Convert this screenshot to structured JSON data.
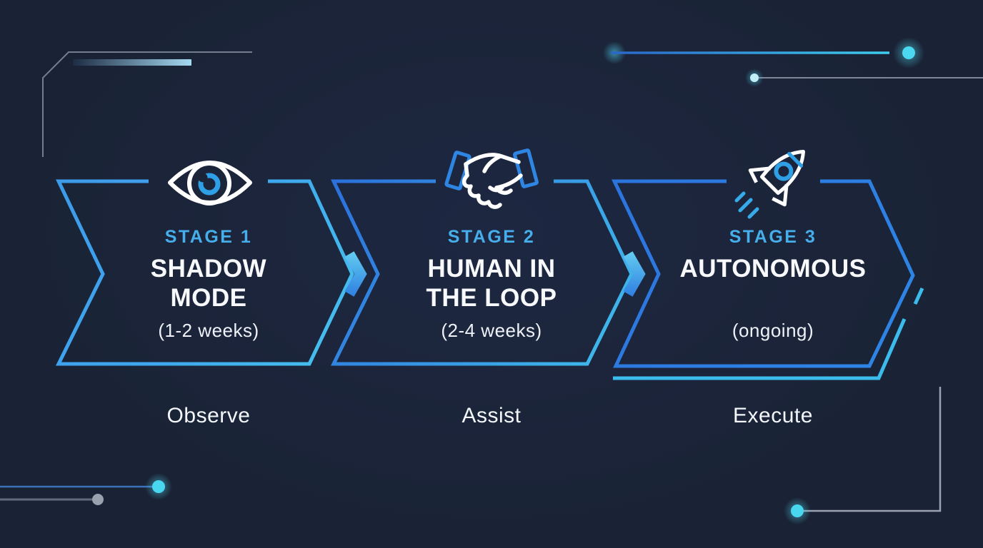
{
  "stages": [
    {
      "label": "STAGE 1",
      "title_lines": [
        "SHADOW",
        "MODE"
      ],
      "duration": "(1-2 weeks)",
      "verb": "Observe",
      "icon": "eye-icon"
    },
    {
      "label": "STAGE 2",
      "title_lines": [
        "HUMAN IN",
        "THE LOOP"
      ],
      "duration": "(2-4 weeks)",
      "verb": "Assist",
      "icon": "handshake-icon"
    },
    {
      "label": "STAGE 3",
      "title_lines": [
        "AUTONOMOUS",
        ""
      ],
      "duration": "(ongoing)",
      "verb": "Execute",
      "icon": "rocket-icon"
    }
  ],
  "colors": {
    "background": "#1b2337",
    "stage_label_blue": "#46aeea",
    "title_white": "#f7f9fc",
    "box1_border": "#3f9eea",
    "box2_border": "#2b74de",
    "box3_border": "#2e7ce2",
    "accent_cyan": "#3cbcec",
    "glow_dot_cyan": "#49d7f0",
    "decor_gray": "#8b93a2"
  }
}
